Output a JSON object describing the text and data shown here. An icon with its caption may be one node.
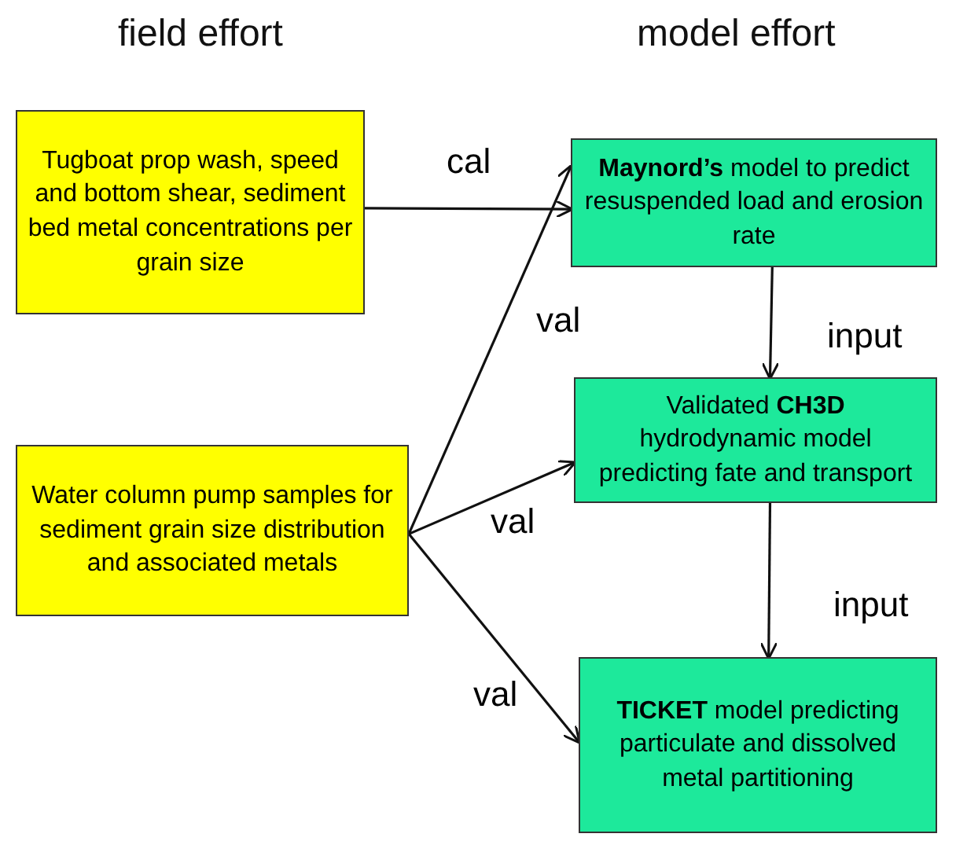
{
  "diagram": {
    "nodes": [
      {
        "text": [
          "Tugboat prop wash, speed and bottom shear, sediment bed metal concentrations per grain size"
        ]
      },
      {
        "text": [
          "Water column pump samples for sediment grain size distribution and associated metals"
        ]
      },
      {
        "text": [
          "**Maynord’s** model to predict resuspended load and erosion rate"
        ]
      },
      {
        "text": [
          "Validated **CH3D** hydrodynamic model predicting fate and transport"
        ]
      },
      {
        "text": [
          "**TICKET** model predicting particulate and dissolved metal partitioning"
        ]
      }
    ],
    "edges": [
      {
        "from": 0,
        "to": 2,
        "arrow": "to",
        "label": "cal"
      },
      {
        "from": 1,
        "to": 2,
        "arrow": "to",
        "label": "val"
      },
      {
        "from": 1,
        "to": 3,
        "arrow": "to",
        "label": "val"
      },
      {
        "from": 1,
        "to": 4,
        "arrow": "to",
        "label": "val"
      },
      {
        "from": 2,
        "to": 3,
        "arrow": "to",
        "label": "input"
      },
      {
        "from": 3,
        "to": 4,
        "arrow": "to",
        "label": "input"
      }
    ],
    "labels": [
      "field effort",
      "model effort"
    ]
  }
}
